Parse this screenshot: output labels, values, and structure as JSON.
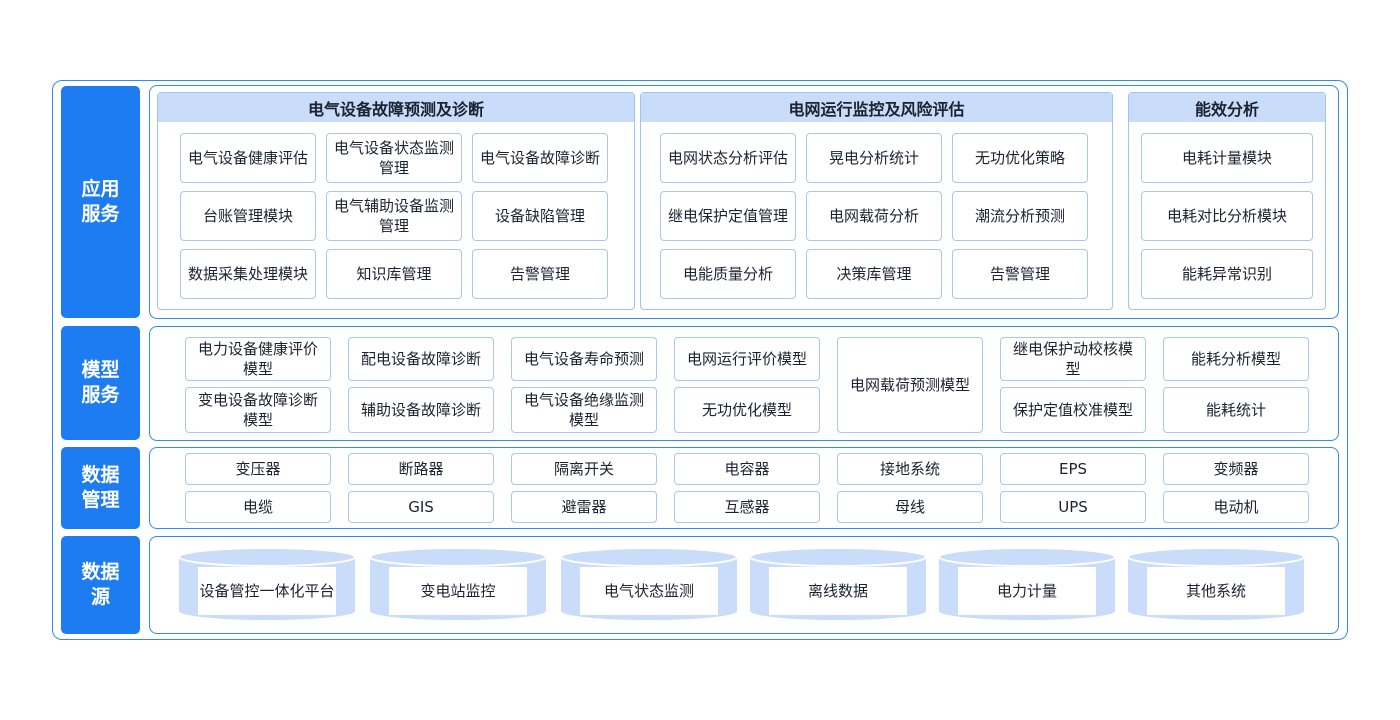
{
  "layers": {
    "app": "应用\n服务",
    "model": "模型\n服务",
    "data_mgmt": "数据\n管理",
    "data_source": "数据\n源"
  },
  "app_groups": [
    {
      "title": "电气设备故障预测及诊断",
      "items": [
        "电气设备健康评估",
        "电气设备状态监测管理",
        "电气设备故障诊断",
        "台账管理模块",
        "电气辅助设备监测管理",
        "设备缺陷管理",
        "数据采集处理模块",
        "知识库管理",
        "告警管理"
      ]
    },
    {
      "title": "电网运行监控及风险评估",
      "items": [
        "电网状态分析评估",
        "晃电分析统计",
        "无功优化策略",
        "继电保护定值管理",
        "电网载荷分析",
        "潮流分析预测",
        "电能质量分析",
        "决策库管理",
        "告警管理"
      ]
    },
    {
      "title": "能效分析",
      "items": [
        "电耗计量模块",
        "电耗对比分析模块",
        "能耗异常识别"
      ]
    }
  ],
  "models": {
    "row1": [
      "电力设备健康评价模型",
      "配电设备故障诊断",
      "电气设备寿命预测",
      "电网运行评价模型"
    ],
    "row2": [
      "变电设备故障诊断模型",
      "辅助设备故障诊断",
      "电气设备绝缘监测模型",
      "无功优化模型"
    ],
    "tall": "电网载荷预测模型",
    "right_row1": [
      "继电保护动校核模型",
      "能耗分析模型"
    ],
    "right_row2": [
      "保护定值校准模型",
      "能耗统计"
    ]
  },
  "devices": {
    "row1": [
      "变压器",
      "断路器",
      "隔离开关",
      "电容器",
      "接地系统",
      "EPS",
      "变频器"
    ],
    "row2": [
      "电缆",
      "GIS",
      "避雷器",
      "互感器",
      "母线",
      "UPS",
      "电动机"
    ]
  },
  "sources": [
    "设备管控一体化平台",
    "变电站监控",
    "电气状态监测",
    "离线数据",
    "电力计量",
    "其他系统"
  ],
  "colors": {
    "accent": "#1e7cf2",
    "border": "#2f8cf0",
    "group_header": "#c9dcfa",
    "cylinder": "#c9dcfa"
  }
}
